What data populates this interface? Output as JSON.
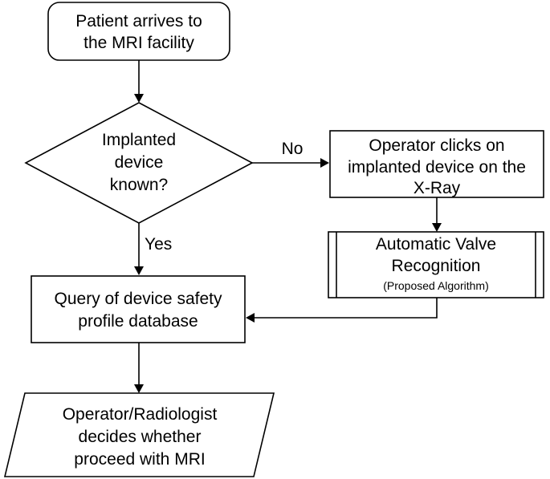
{
  "nodes": {
    "start": {
      "lines": [
        "Patient arrives to",
        "the MRI facility"
      ]
    },
    "decision": {
      "lines": [
        "Implanted",
        "device",
        "known?"
      ]
    },
    "operator_click": {
      "lines": [
        "Operator clicks on",
        "implanted device on the",
        "X-Ray"
      ]
    },
    "recognition": {
      "lines": [
        "Automatic Valve",
        "Recognition"
      ],
      "note": "(Proposed Algorithm)"
    },
    "query": {
      "lines": [
        "Query of device safety",
        "profile database"
      ]
    },
    "decide": {
      "lines": [
        "Operator/Radiologist",
        "decides whether",
        "proceed with MRI"
      ]
    }
  },
  "edges": {
    "no_label": "No",
    "yes_label": "Yes"
  }
}
